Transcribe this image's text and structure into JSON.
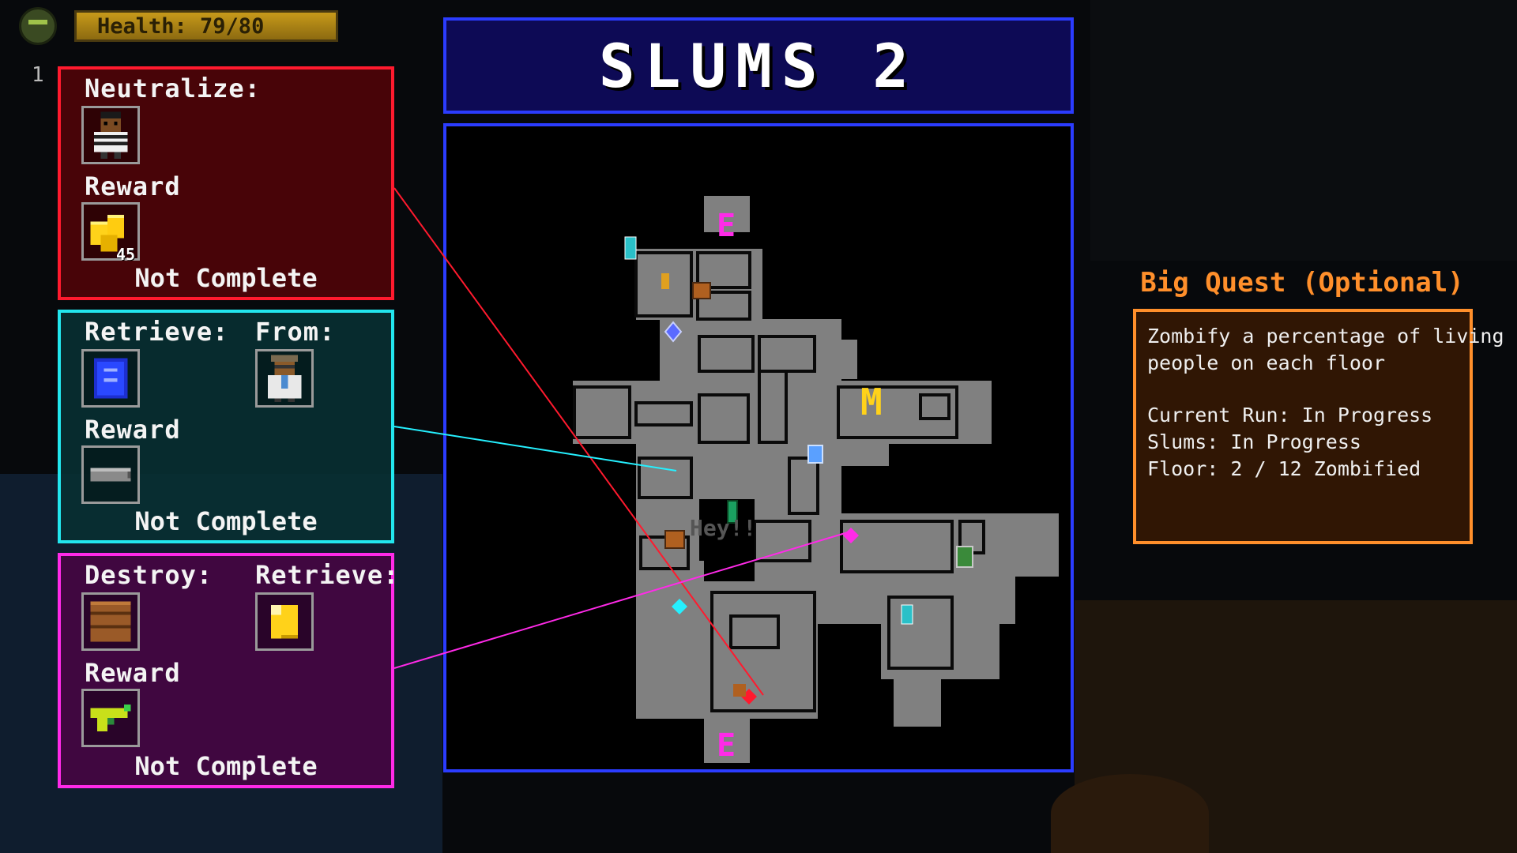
{
  "hud": {
    "health_text": "Health: 79/80",
    "side_number": "1"
  },
  "quests": [
    {
      "color": "#ff1a2e",
      "objective_label": "Neutralize:",
      "target_icon": "striped-prisoner-icon",
      "reward_label": "Reward",
      "reward_icon": "money-bags-icon",
      "reward_amount": "45",
      "status": "Not Complete"
    },
    {
      "color": "#22e6ee",
      "objective_label": "Retrieve:",
      "target_icon": "blue-keycard-icon",
      "source_label": "From:",
      "source_icon": "scientist-icon",
      "reward_label": "Reward",
      "reward_icon": "gray-item-icon",
      "status": "Not Complete"
    },
    {
      "color": "#ff2ae8",
      "objective_label": "Destroy:",
      "target_icon": "wooden-crate-icon",
      "second_label": "Retrieve:",
      "second_icon": "yellow-note-icon",
      "reward_label": "Reward",
      "reward_icon": "water-pistol-icon",
      "status": "Not Complete"
    }
  ],
  "map": {
    "title": "SLUMS 2",
    "exit_top": "E",
    "exit_bottom": "E",
    "merchant": "M",
    "ghost_text": "Hey!!"
  },
  "big_quest": {
    "title": "Big Quest (Optional)",
    "lines": [
      "Zombify a percentage of living",
      "people on each floor"
    ],
    "status_lines": [
      "Current Run: In Progress",
      "Slums: In Progress",
      "Floor: 2 / 12 Zombified"
    ],
    "accent": "#ff8f2b"
  }
}
